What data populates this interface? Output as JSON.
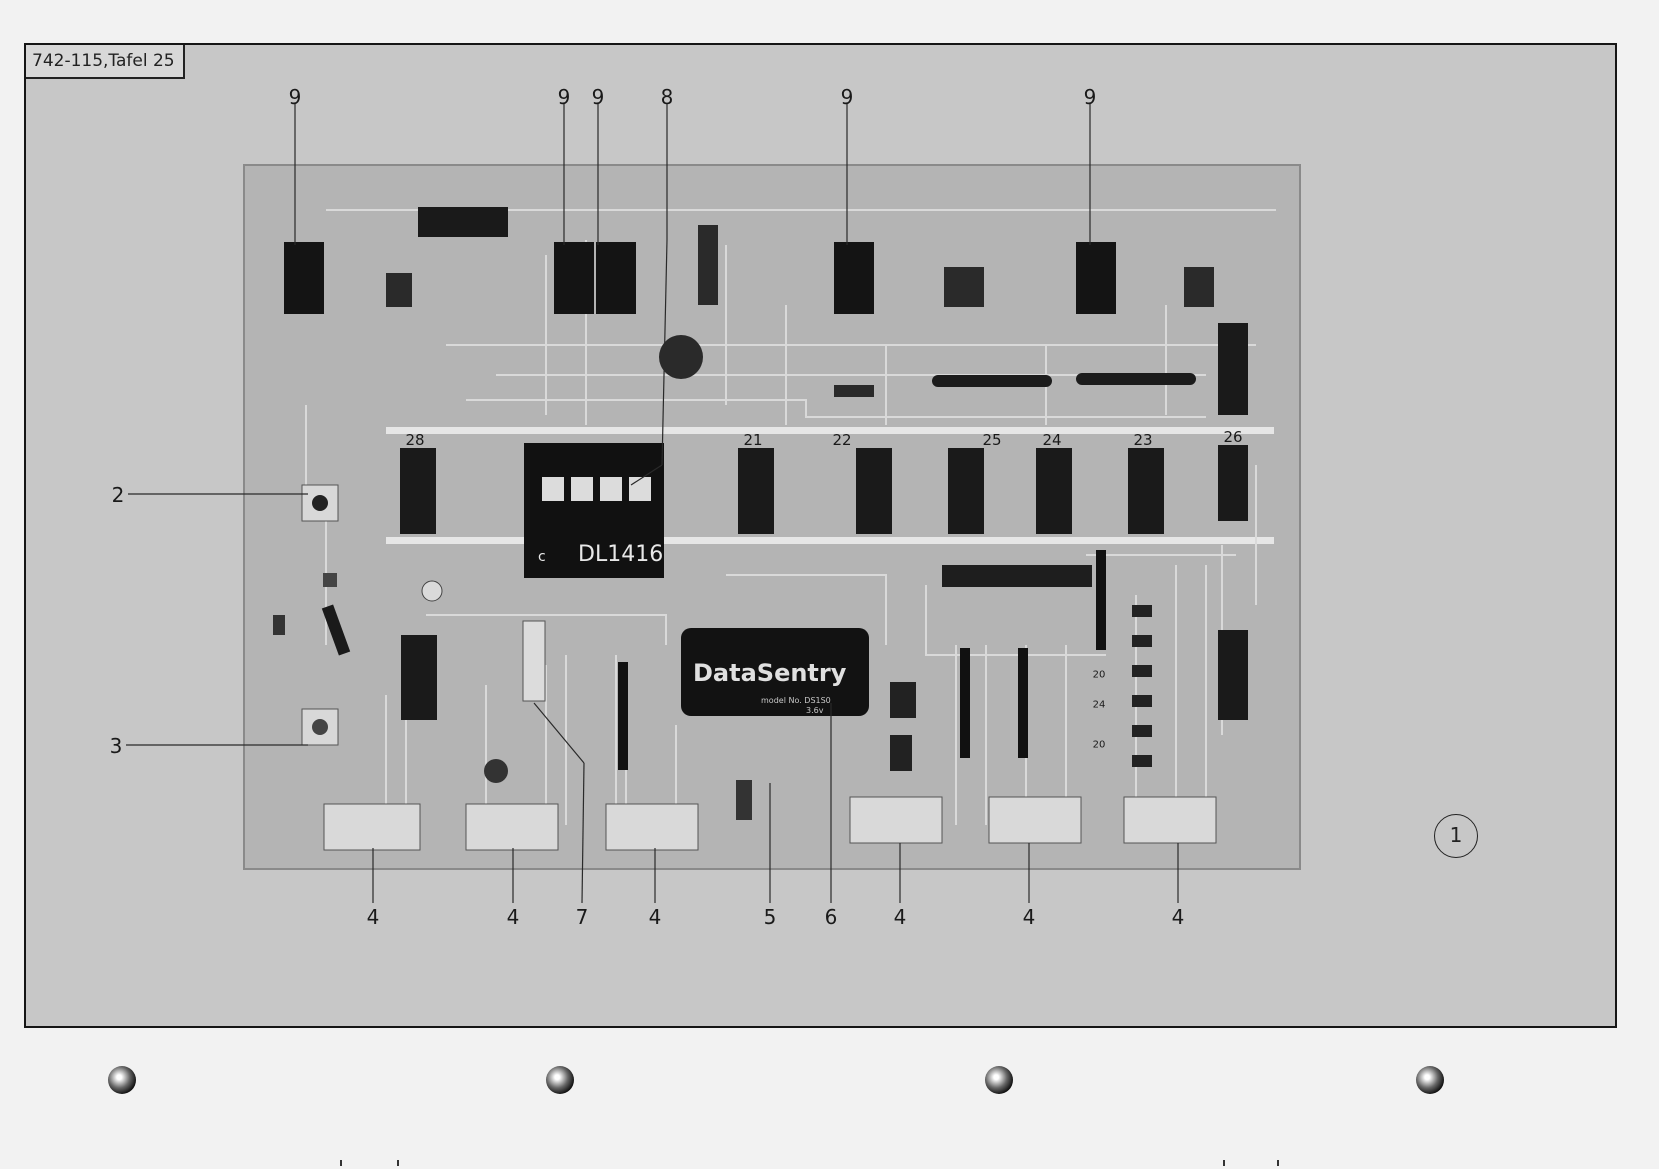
{
  "plate_tag": "742-115,Tafel 25",
  "panel_number": "1",
  "ic_main_label": "DL1416",
  "ic_main_small_label": "c",
  "module_label": "DataSentry",
  "module_fine_text_1": "model No. DS1S0",
  "module_fine_text_2": "3.6v",
  "chip_numbers": [
    "28",
    "21",
    "22",
    "25",
    "24",
    "23",
    "26"
  ],
  "callouts": {
    "top": [
      "9",
      "9",
      "9",
      "8",
      "9",
      "9"
    ],
    "left": [
      "2",
      "3"
    ],
    "bottom": [
      "4",
      "4",
      "7",
      "4",
      "5",
      "6",
      "4",
      "4",
      "4"
    ]
  },
  "resistor_codes": [
    "20",
    "24",
    "20"
  ],
  "colors": {
    "board": "#b6b6b6",
    "plate": "#c7c7c7",
    "ink": "#1a1a1a"
  }
}
